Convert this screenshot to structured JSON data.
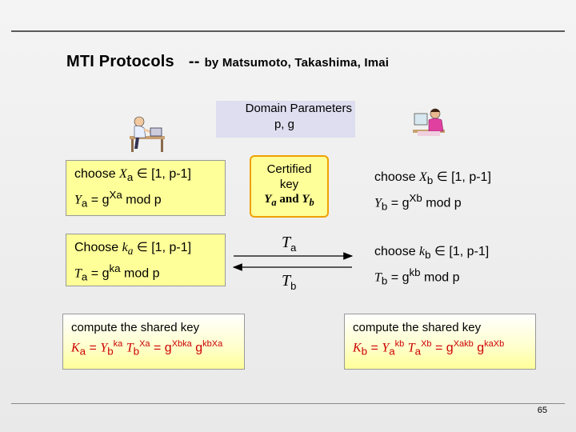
{
  "slide": {
    "title_main": "MTI Protocols",
    "title_separator": "--",
    "title_authors": "by Matsumoto, Takashima, Imai",
    "page_number": "65"
  },
  "domain_parameters": {
    "label": "Domain Parameters",
    "values": "p, g"
  },
  "left_party": {
    "choose_x": {
      "prefix": "choose",
      "var": "X",
      "sub": "a",
      "range": "∈ [1, p-1]"
    },
    "compute_y": {
      "var": "Y",
      "sub": "a",
      "eq": "= g",
      "exp": "Xa",
      "mod": "mod p"
    },
    "choose_k": {
      "prefix": "Choose",
      "var": "k",
      "sub": "a",
      "range": "∈ [1, p-1]"
    },
    "compute_t": {
      "var": "T",
      "sub": "a",
      "eq": "= g",
      "exp": "ka",
      "mod": "mod p"
    },
    "shared_head": "compute the shared key",
    "shared_formula": {
      "lhs": "K",
      "lhs_sub": "a",
      "eq1": "= ",
      "y": "Y",
      "y_sub": "b",
      "y_exp": "ka",
      "t": "T",
      "t_sub": "b",
      "t_exp": "Xa",
      "eq2": "= g",
      "g1_exp": "Xbka",
      "g2": "g",
      "g2_exp": "kbXa"
    }
  },
  "right_party": {
    "choose_x": {
      "prefix": "choose",
      "var": "X",
      "sub": "b",
      "range": "∈ [1, p-1]"
    },
    "compute_y": {
      "var": "Y",
      "sub": "b",
      "eq": "= g",
      "exp": "Xb",
      "mod": "mod p"
    },
    "choose_k": {
      "prefix": "choose",
      "var": "k",
      "sub": "b",
      "range": "∈ [1, p-1]"
    },
    "compute_t": {
      "var": "T",
      "sub": "b",
      "eq": "= g",
      "exp": "kb",
      "mod": "mod p"
    },
    "shared_head": "compute the shared key",
    "shared_formula": {
      "lhs": "K",
      "lhs_sub": "b",
      "eq1": "= ",
      "y": "Y",
      "y_sub": "a",
      "y_exp": "kb",
      "t": "T",
      "t_sub": "a",
      "t_exp": "Xb",
      "eq2": "= g",
      "g1_exp": "Xakb",
      "g2": "g",
      "g2_exp": "kaXb"
    }
  },
  "certified": {
    "line1": "Certified",
    "line2": "key",
    "line3_a": "Y",
    "line3_asub": "a",
    "line3_and": " and ",
    "line3_b": "Y",
    "line3_bsub": "b"
  },
  "messages": {
    "to_right": {
      "var": "T",
      "sub": "a"
    },
    "to_left": {
      "var": "T",
      "sub": "b"
    }
  }
}
